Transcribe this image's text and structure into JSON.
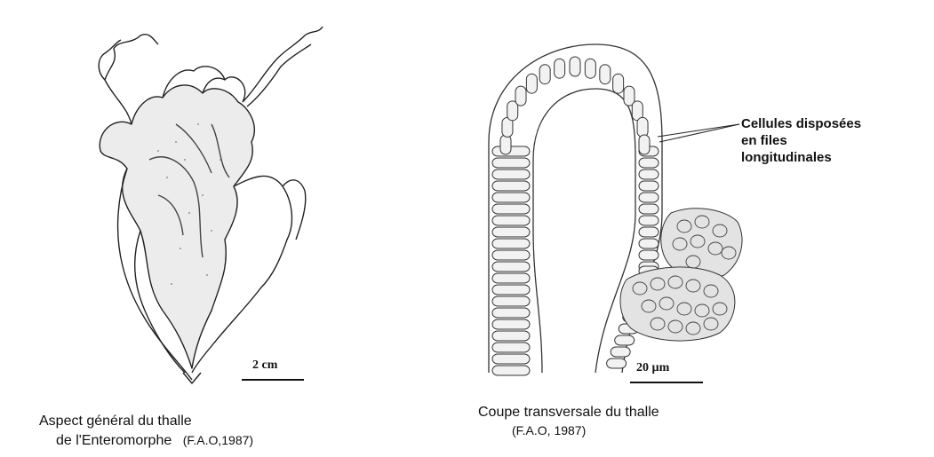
{
  "left_figure": {
    "scale_label": "2 cm",
    "caption_line1": "Aspect général du thalle",
    "caption_line2": "de l'Enteromorphe",
    "caption_citation": "(F.A.O,1987)"
  },
  "right_figure": {
    "scale_label": "20 µm",
    "caption_line1": "Coupe transversale du thalle",
    "caption_line2": "(F.A.O, 1987)",
    "annotation_line1": "Cellules disposées",
    "annotation_line2": "en files",
    "annotation_line3": "longitudinales"
  }
}
